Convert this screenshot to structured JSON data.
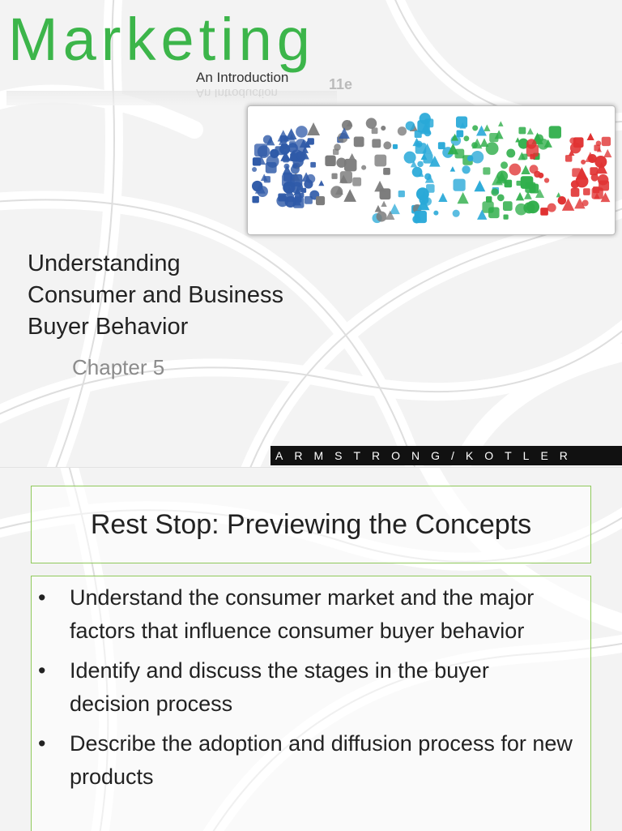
{
  "slide1": {
    "brand": {
      "word": "Marketing",
      "subtitle": "An Introduction",
      "subtitle_mirror": "An Introduction",
      "edition": "11e"
    },
    "title_lines": [
      "Understanding",
      "Consumer and Business",
      "Buyer Behavior"
    ],
    "chapter": "Chapter 5",
    "authors": "ARMSTRONG/KOTLER",
    "collage": {
      "icon_colors": [
        "#2f5aa8",
        "#7a7a7a",
        "#29a9d8",
        "#2fae4a",
        "#e03232"
      ]
    }
  },
  "slide2": {
    "heading": "Rest Stop: Previewing the Concepts",
    "bullet_symbol": "•",
    "bullets": [
      "Understand the consumer market and the major factors that influence consumer buyer behavior",
      "Identify and discuss the stages in the buyer decision process",
      "Describe the adoption and diffusion process for new products"
    ]
  },
  "colors": {
    "brand_green": "#3cb54a",
    "box_border": "#8fc95b",
    "author_bar": "#111111"
  }
}
